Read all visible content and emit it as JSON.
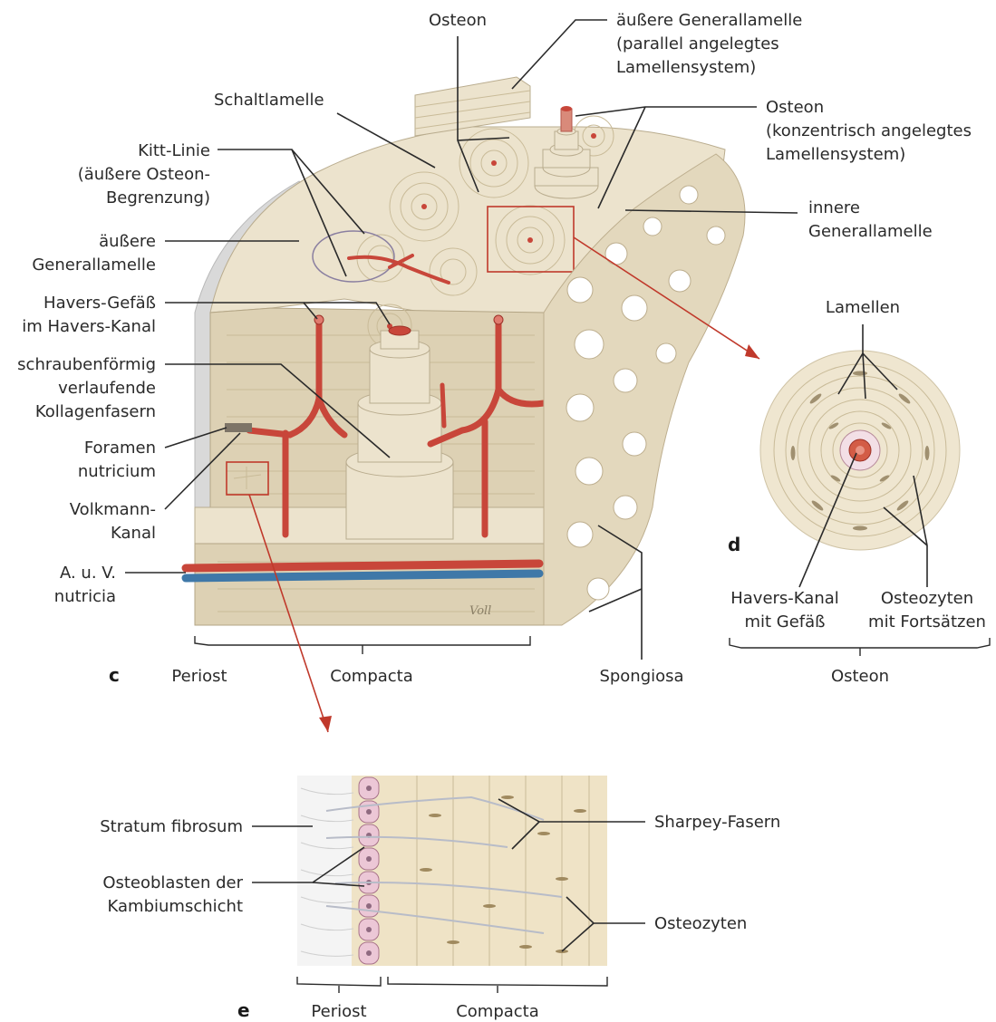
{
  "figure_c": {
    "panel": "c",
    "labels": {
      "osteon_top": "Osteon",
      "aeussere_gl_1": "äußere Generallamelle",
      "aeussere_gl_2": "(parallel angelegtes",
      "aeussere_gl_3": "Lamellensystem)",
      "schaltlamelle": "Schaltlamelle",
      "osteon_kon_1": "Osteon",
      "osteon_kon_2": "(konzentrisch angelegtes",
      "osteon_kon_3": "Lamellensystem)",
      "kitt_1": "Kitt-Linie",
      "kitt_2": "(äußere Osteon-",
      "kitt_3": "Begrenzung)",
      "innere_gl_1": "innere",
      "innere_gl_2": "Generallamelle",
      "aussere_left_1": "äußere",
      "aussere_left_2": "Generallamelle",
      "havers_1": "Havers-Gefäß",
      "havers_2": "im Havers-Kanal",
      "kollagen_1": "schraubenförmig",
      "kollagen_2": "verlaufende",
      "kollagen_3": "Kollagenfasern",
      "foramen_1": "Foramen",
      "foramen_2": "nutricium",
      "volkmann_1": "Volkmann-",
      "volkmann_2": "Kanal",
      "auv_1": "A. u. V.",
      "auv_2": "nutricia",
      "periost": "Periost",
      "compacta": "Compacta",
      "spongiosa": "Spongiosa",
      "signature": "Voll"
    }
  },
  "figure_d": {
    "panel": "d",
    "labels": {
      "lamellen": "Lamellen",
      "havers_kanal_1": "Havers-Kanal",
      "havers_kanal_2": "mit Gefäß",
      "osteozyten_1": "Osteozyten",
      "osteozyten_2": "mit Fortsätzen",
      "osteon": "Osteon"
    }
  },
  "figure_e": {
    "panel": "e",
    "labels": {
      "stratum": "Stratum fibrosum",
      "osteoblasten_1": "Osteoblasten der",
      "osteoblasten_2": "Kambiumschicht",
      "sharpey": "Sharpey-Fasern",
      "osteozyten": "Osteozyten",
      "periost": "Periost",
      "compacta": "Compacta"
    }
  },
  "colors": {
    "bone": "#ece3cd",
    "artery": "#c8463a",
    "vein": "#3f78a8",
    "highlight_box": "#c0392b"
  }
}
